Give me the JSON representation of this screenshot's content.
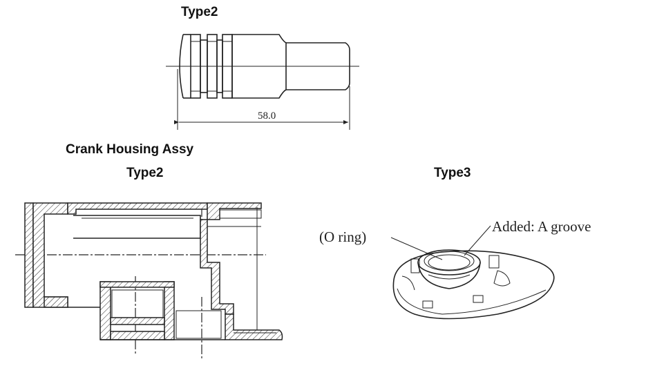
{
  "top_part": {
    "title": "Type2",
    "dimension": "58.0"
  },
  "crank_housing": {
    "title": "Crank Housing Assy",
    "subtitle": "Type2"
  },
  "type3_part": {
    "title": "Type3",
    "label_o_ring": "(O ring)",
    "label_groove": "Added: A groove"
  }
}
